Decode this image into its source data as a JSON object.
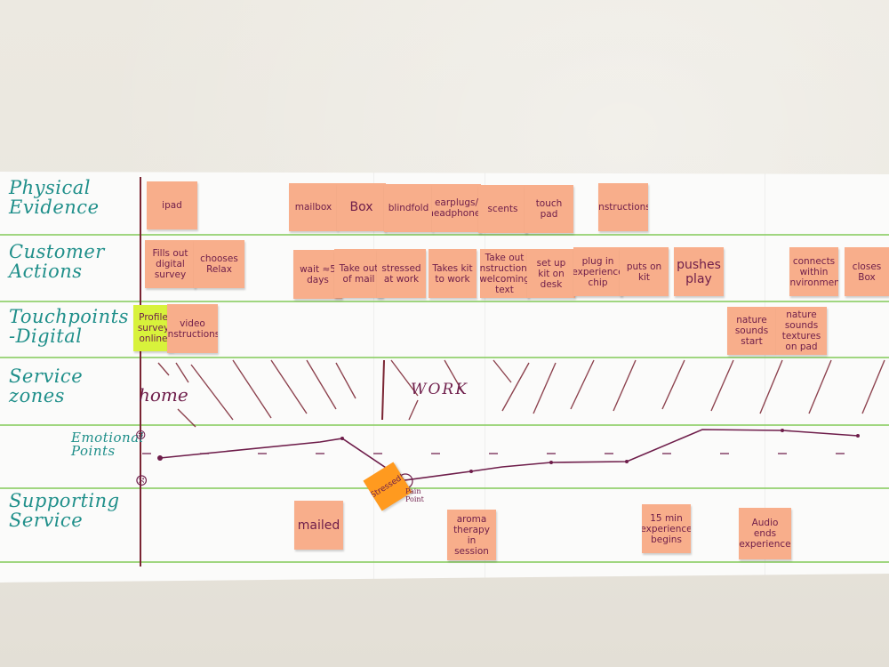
{
  "rows": [
    {
      "id": "physical",
      "label": "Physical\nEvidence"
    },
    {
      "id": "customer",
      "label": "Customer\nActions"
    },
    {
      "id": "touch",
      "label": "Touchpoints\n-Digital"
    },
    {
      "id": "zones",
      "label": "Service\nzones"
    },
    {
      "id": "emotional",
      "label": "Emotional\nPoints"
    },
    {
      "id": "support",
      "label": "Supporting\nService"
    }
  ],
  "physical_notes": [
    "ipad",
    "mailbox",
    "Box",
    "blindfold",
    "earplugs/ headphones",
    "scents",
    "touch pad",
    "instructions"
  ],
  "customer_notes": [
    "Fills out digital survey",
    "chooses Relax",
    "wait ≈5 days",
    "Take out of mail",
    "stressed at work",
    "Takes kit to work",
    "Take out instructions welcoming text",
    "set up kit on desk",
    "plug in experience chip",
    "puts on kit",
    "pushes play",
    "connects within environment",
    "closes Box"
  ],
  "touch_notes": [
    "Profile survey online",
    "video instructions",
    "nature sounds start",
    "nature sounds textures on pad"
  ],
  "zones": {
    "home": "home",
    "work": "WORK"
  },
  "emotion": {
    "happy": "☺",
    "sad": "☹",
    "stressed": "Stressed!",
    "pain": "Pain Point"
  },
  "support_notes": [
    "mailed",
    "aroma therapy in session",
    "15 min experience begins",
    "Audio ends experience"
  ],
  "colors": {
    "note": "#f8ae8b",
    "yellow": "#d8f23b",
    "orange": "#ff9a1f",
    "ink": "#6e1d4a",
    "teal": "#1f8f8a",
    "line": "#8fcf6a"
  }
}
